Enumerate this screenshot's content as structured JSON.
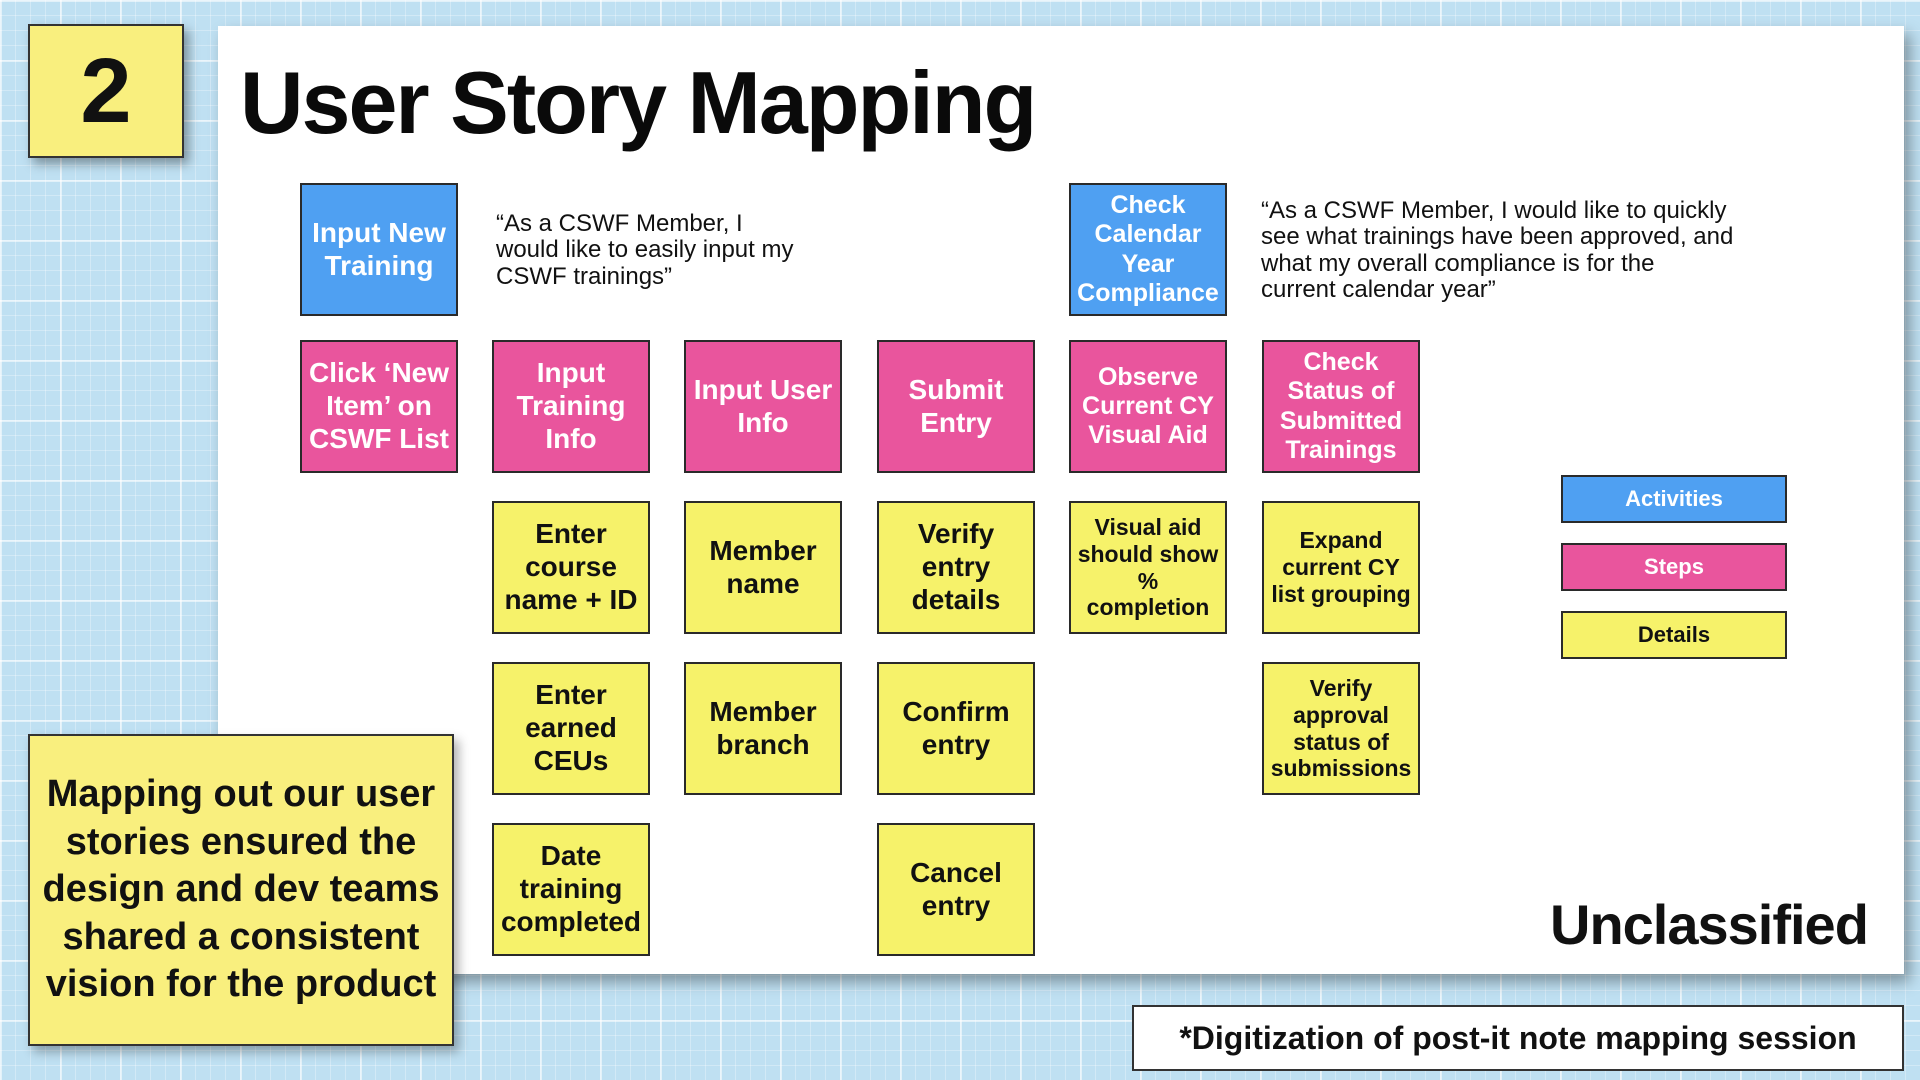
{
  "slide": {
    "number": "2",
    "title": "User Story Mapping",
    "classification": "Unclassified",
    "callout": "Mapping out our user stories ensured the design and dev teams shared a consistent vision for the product",
    "footnote": "*Digitization of post-it note mapping session"
  },
  "colors": {
    "activity": "#4fa0f2",
    "step": "#e9559d",
    "detail": "#f6f26a"
  },
  "quotes": [
    "“As a CSWF Member, I\nwould like to easily input my\nCSWF trainings”",
    "“As a CSWF Member, I would like to quickly\nsee what trainings have been approved, and\nwhat my overall compliance is for the\ncurrent calendar year”"
  ],
  "activities": [
    "Input New Training",
    "Check Calendar Year Compliance"
  ],
  "steps": [
    "Click ‘New Item’ on CSWF List",
    "Input Training Info",
    "Input User Info",
    "Submit Entry",
    "Observe Current CY Visual Aid",
    "Check Status of Submitted Trainings"
  ],
  "details": [
    "Enter course name + ID",
    "Member name",
    "Verify entry details",
    "Visual aid should show % completion",
    "Expand current CY list grouping",
    "Enter earned CEUs",
    "Member branch",
    "Confirm entry",
    "Verify approval status of submissions",
    "Date training completed",
    "Cancel entry"
  ],
  "legend": [
    "Activities",
    "Steps",
    "Details"
  ]
}
